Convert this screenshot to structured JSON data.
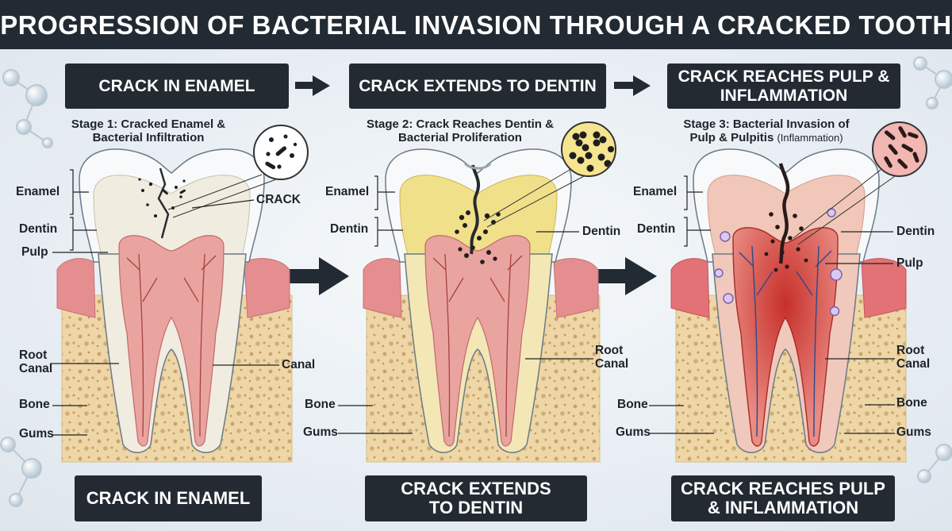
{
  "title": "PROGRESSION OF BACTERIAL INVASION THROUGH A CRACKED TOOTH",
  "colors": {
    "dark_banner": "#232a32",
    "enamel": "#f7f9fb",
    "dentin_healthy": "#f1ece0",
    "dentin_infected": "#f0e08a",
    "pulp": "#e9a4a0",
    "inflamed": "#d9443c",
    "gum": "#e58e90",
    "bone": "#eed6a6",
    "bacteria": "#1e1e1e"
  },
  "stages": [
    {
      "banner": "CRACK IN ENAMEL",
      "caption": "Stage 1: Cracked Enamel & Bacterial Infiltration",
      "bottom": "CRACK IN ENAMEL",
      "labels": {
        "enamel": "Enamel",
        "dentin": "Dentin",
        "pulp": "Pulp",
        "crack": "CRACK",
        "root": "Root Canal",
        "canal": "Canal",
        "bone": "Bone",
        "gums": "Gums"
      }
    },
    {
      "banner": "CRACK EXTENDS TO DENTIN",
      "caption": "Stage 2: Crack Reaches Dentin & Bacterial Proliferation",
      "bottom": "CRACK EXTENDS TO DENTIN",
      "labels": {
        "enamel": "Enamel",
        "dentin_left": "Dentin",
        "dentin_right": "Dentin",
        "root": "Root Canal",
        "bone": "Bone",
        "gums": "Gums"
      }
    },
    {
      "banner": "CRACK REACHES PULP & INFLAMMATION",
      "caption": "Stage 3: Bacterial Invasion of Pulp & Pulpitis",
      "caption_note": "(Inflammation)",
      "bottom": "CRACK REACHES PULP & INFLAMMATION",
      "labels": {
        "enamel": "Enamel",
        "dentin_left": "Dentin",
        "dentin_right": "Dentin",
        "pulp": "Pulp",
        "root": "Root Canal",
        "bone_left": "Bone",
        "bone_right": "Bone",
        "gums_left": "Gums",
        "gums_right": "Gums"
      }
    }
  ]
}
